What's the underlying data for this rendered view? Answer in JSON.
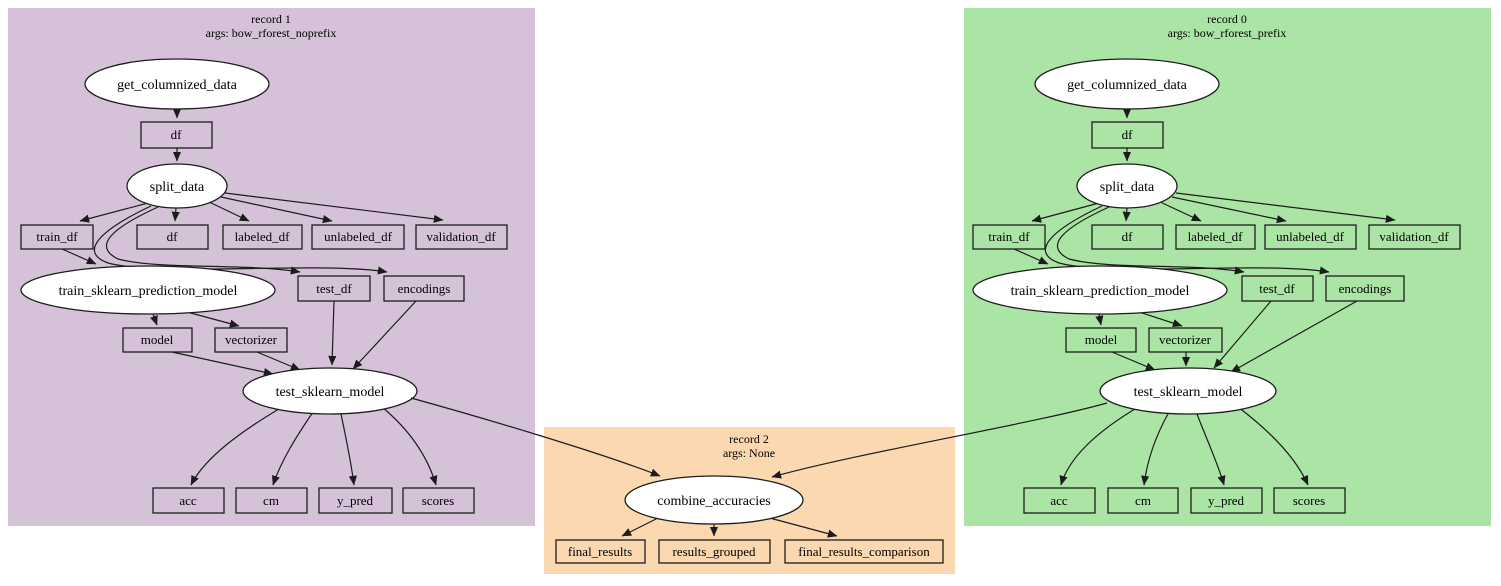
{
  "diagram": {
    "type": "pipeline-dependency-graph",
    "edge_color": "#1c1c1c",
    "clusters": {
      "record1": {
        "title": "record 1",
        "args_label": "args: bow_rforest_noprefix",
        "bg_color": "#d5c2d9",
        "nodes": {
          "get_columnized_data": "get_columnized_data",
          "df_out": "df",
          "split_data": "split_data",
          "train_df": "train_df",
          "df": "df",
          "labeled_df": "labeled_df",
          "unlabeled_df": "unlabeled_df",
          "validation_df": "validation_df",
          "train_sklearn_prediction_model": "train_sklearn_prediction_model",
          "test_df": "test_df",
          "encodings": "encodings",
          "model": "model",
          "vectorizer": "vectorizer",
          "test_sklearn_model": "test_sklearn_model",
          "acc": "acc",
          "cm": "cm",
          "y_pred": "y_pred",
          "scores": "scores"
        }
      },
      "record0": {
        "title": "record 0",
        "args_label": "args: bow_rforest_prefix",
        "bg_color": "#abe5a5",
        "nodes": {
          "get_columnized_data": "get_columnized_data",
          "df_out": "df",
          "split_data": "split_data",
          "train_df": "train_df",
          "df": "df",
          "labeled_df": "labeled_df",
          "unlabeled_df": "unlabeled_df",
          "validation_df": "validation_df",
          "train_sklearn_prediction_model": "train_sklearn_prediction_model",
          "test_df": "test_df",
          "encodings": "encodings",
          "model": "model",
          "vectorizer": "vectorizer",
          "test_sklearn_model": "test_sklearn_model",
          "acc": "acc",
          "cm": "cm",
          "y_pred": "y_pred",
          "scores": "scores"
        }
      },
      "record2": {
        "title": "record 2",
        "args_label": "args: None",
        "bg_color": "#fbd8b0",
        "nodes": {
          "combine_accuracies": "combine_accuracies",
          "final_results": "final_results",
          "results_grouped": "results_grouped",
          "final_results_comparison": "final_results_comparison"
        }
      }
    }
  }
}
